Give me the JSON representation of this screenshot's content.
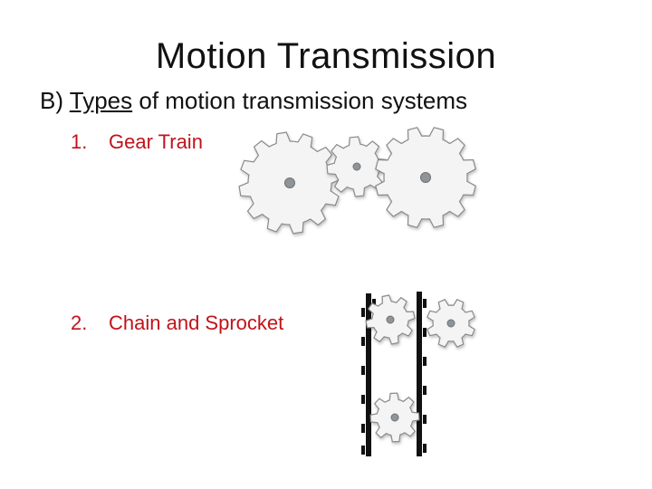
{
  "slide": {
    "title": "Motion Transmission",
    "subtitle_prefix": "B) ",
    "subtitle_underlined": "Types",
    "subtitle_rest": " of motion transmission systems",
    "items": [
      {
        "number": "1.",
        "label": "Gear Train"
      },
      {
        "number": "2.",
        "label": "Chain and Sprocket"
      }
    ]
  },
  "colors": {
    "item_text": "#c0131a",
    "gear_fill": "#f4f4f4",
    "gear_stroke": "#8a8a8a",
    "hub": "#8f9499",
    "chain": "#111111"
  },
  "icons": [
    "gear-icon",
    "chain-icon"
  ]
}
